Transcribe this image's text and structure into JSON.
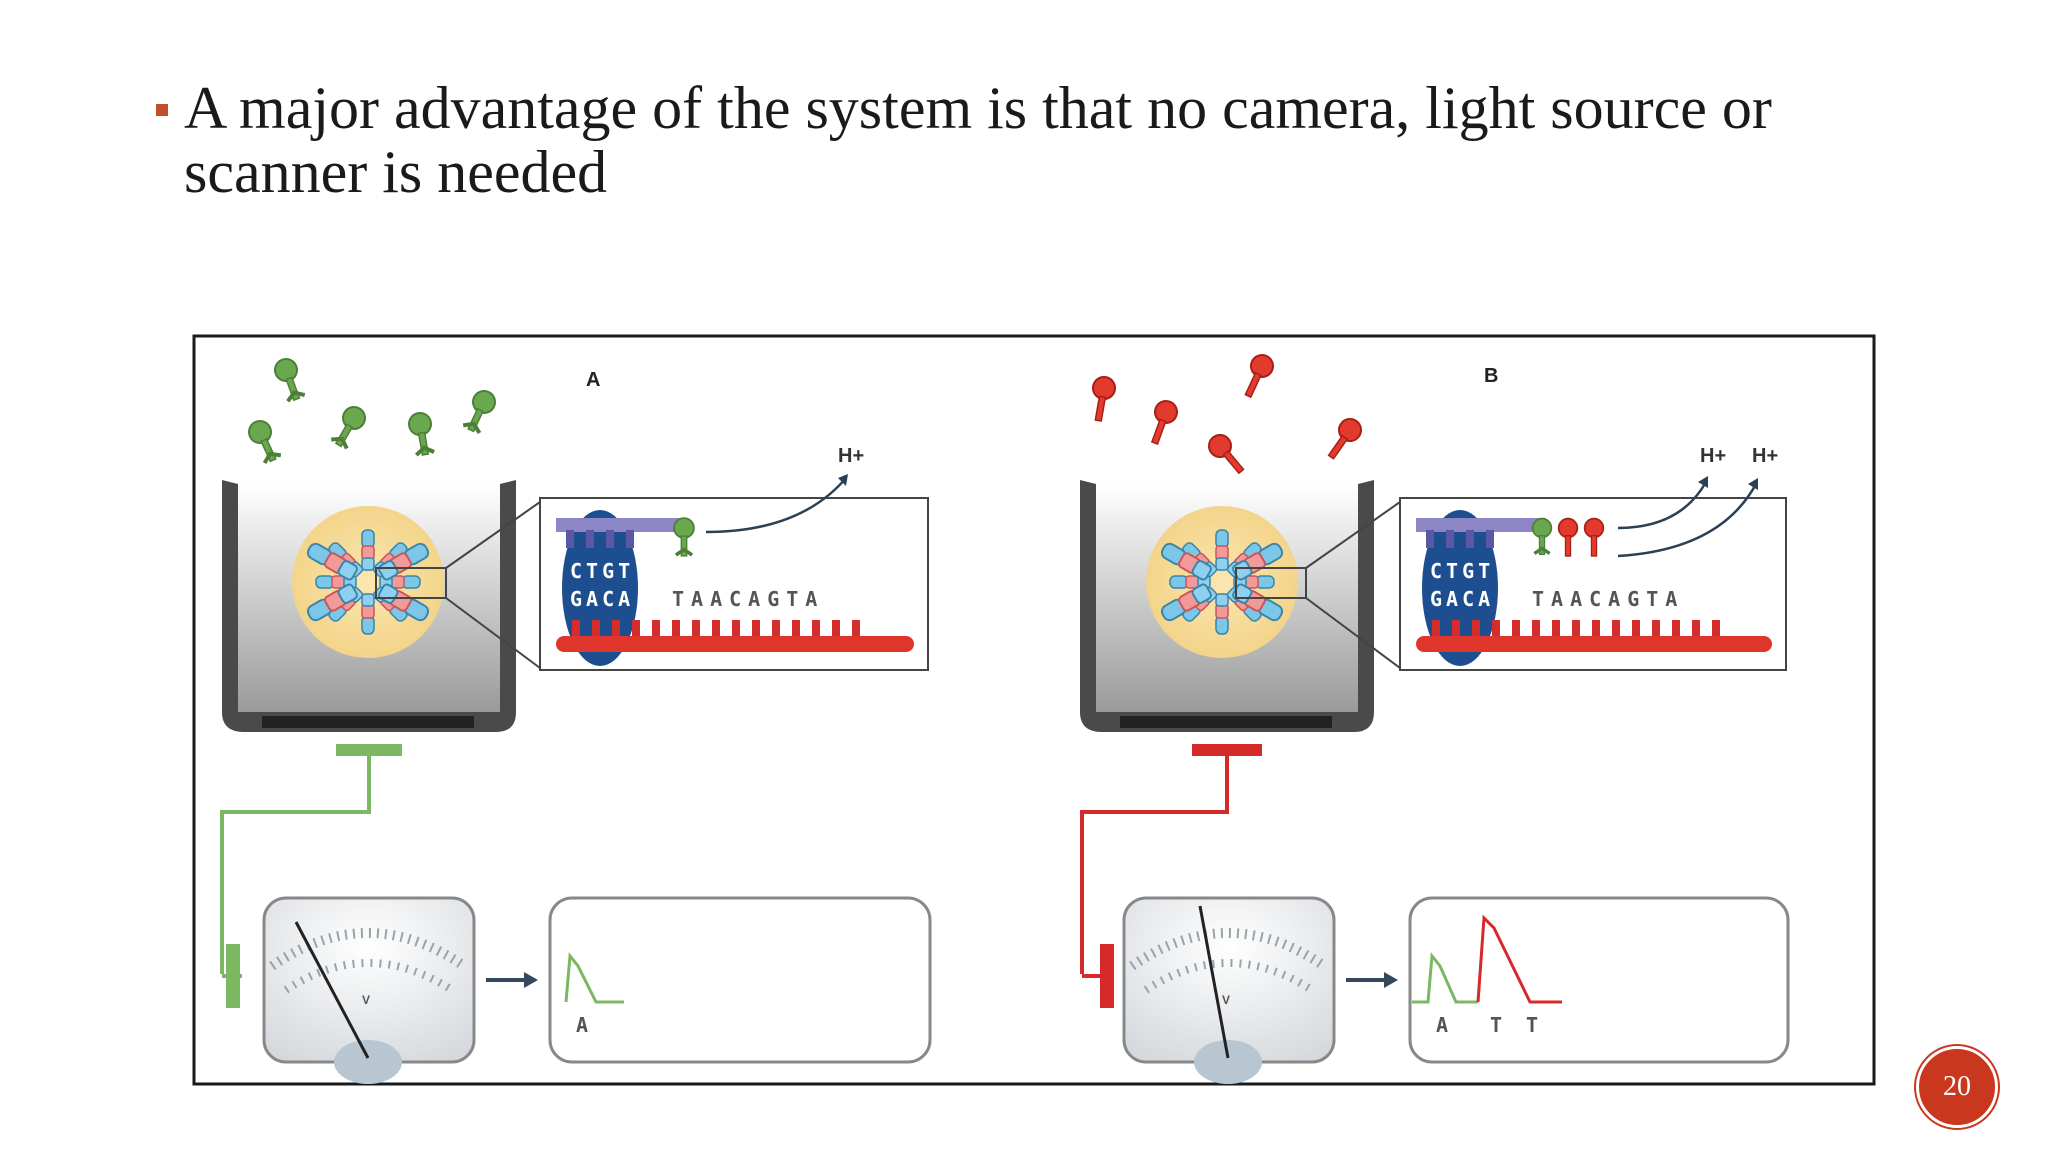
{
  "slide": {
    "bullet_text": "A major advantage of the system is that no camera, light source or scanner is needed",
    "page_number": "20"
  },
  "figure": {
    "panel_a": {
      "label": "A",
      "proton": "H+",
      "seq_top": "CTGT",
      "seq_bottom": "GACA",
      "seq_template": "TAACAGTA",
      "trace_labels": [
        "A"
      ],
      "meter_unit": "V"
    },
    "panel_b": {
      "label": "B",
      "protons": [
        "H+",
        "H+"
      ],
      "seq_top": "CTGT",
      "seq_bottom": "GACA",
      "seq_template": "TAACAGTA",
      "trace_labels": [
        "A",
        "T",
        "T"
      ],
      "meter_unit": "V"
    },
    "colors": {
      "green": "#6aa84f",
      "red": "#d62a2a",
      "bullet": "#c0502a",
      "badge": "#c9371e"
    }
  }
}
